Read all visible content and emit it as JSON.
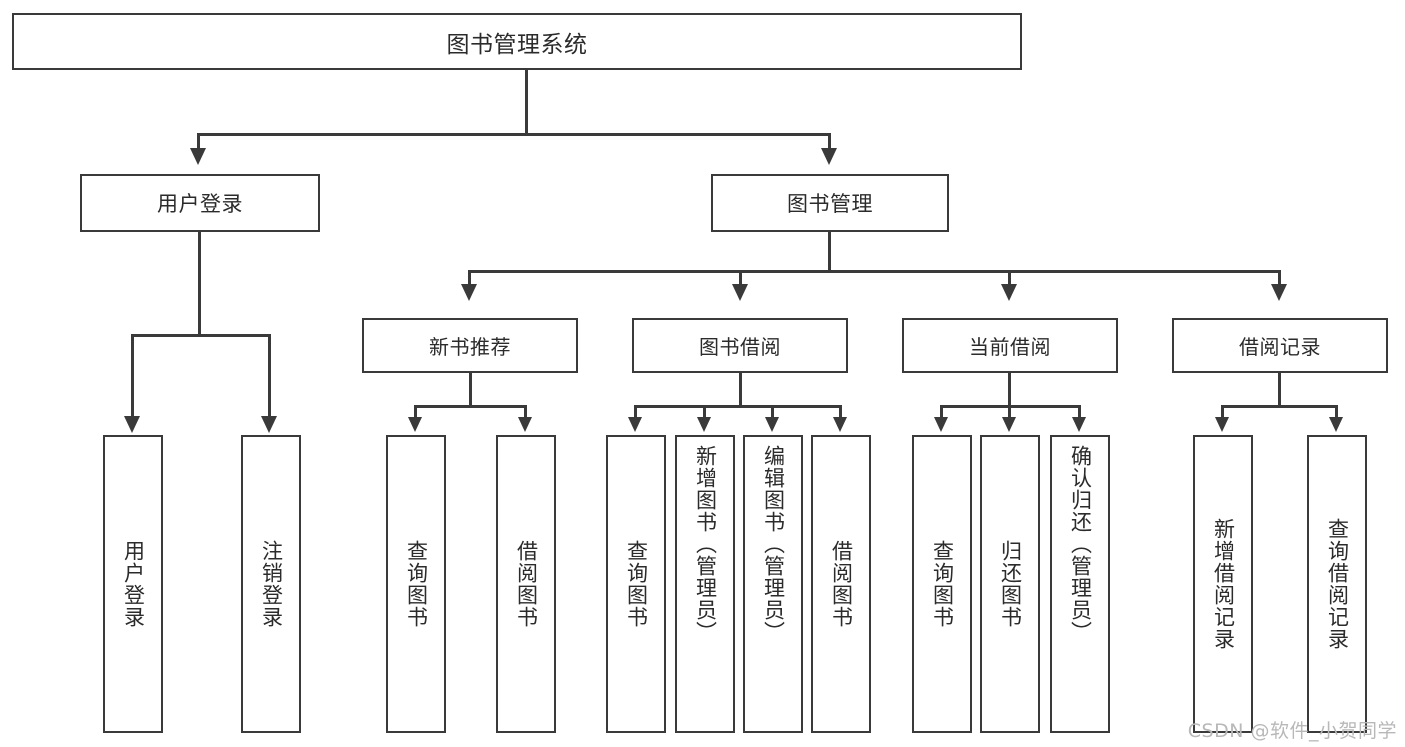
{
  "diagram": {
    "title": "图书管理系统",
    "type": "functional-structure-tree",
    "root": {
      "label": "图书管理系统"
    },
    "level1": [
      {
        "id": "user-login",
        "label": "用户登录"
      },
      {
        "id": "book-manage",
        "label": "图书管理"
      }
    ],
    "level2": [
      {
        "id": "new-book-recommend",
        "label": "新书推荐",
        "parent": "book-manage"
      },
      {
        "id": "book-borrow",
        "label": "图书借阅",
        "parent": "book-manage"
      },
      {
        "id": "current-borrow",
        "label": "当前借阅",
        "parent": "book-manage"
      },
      {
        "id": "borrow-record",
        "label": "借阅记录",
        "parent": "book-manage"
      }
    ],
    "leaves": {
      "user-login": [
        {
          "id": "leaf-user-login",
          "label": "用户登录"
        },
        {
          "id": "leaf-logout",
          "label": "注销登录"
        }
      ],
      "new-book-recommend": [
        {
          "id": "leaf-query-book-1",
          "label": "查询图书"
        },
        {
          "id": "leaf-borrow-book-1",
          "label": "借阅图书"
        }
      ],
      "book-borrow": [
        {
          "id": "leaf-query-book-2",
          "label": "查询图书"
        },
        {
          "id": "leaf-add-book",
          "label": "新增图书（管理员）"
        },
        {
          "id": "leaf-edit-book",
          "label": "编辑图书（管理员）"
        },
        {
          "id": "leaf-borrow-book-2",
          "label": "借阅图书"
        }
      ],
      "current-borrow": [
        {
          "id": "leaf-query-book-3",
          "label": "查询图书"
        },
        {
          "id": "leaf-return-book",
          "label": "归还图书"
        },
        {
          "id": "leaf-confirm-return",
          "label": "确认归还（管理员）"
        }
      ],
      "borrow-record": [
        {
          "id": "leaf-add-record",
          "label": "新增借阅记录"
        },
        {
          "id": "leaf-query-record",
          "label": "查询借阅记录"
        }
      ]
    }
  },
  "watermark": {
    "text": "CSDN @软件_小贺同学"
  },
  "colors": {
    "stroke": "#3a3a3a",
    "text": "#2b2b2b",
    "background": "#ffffff",
    "watermark": "#b8b8b8"
  }
}
